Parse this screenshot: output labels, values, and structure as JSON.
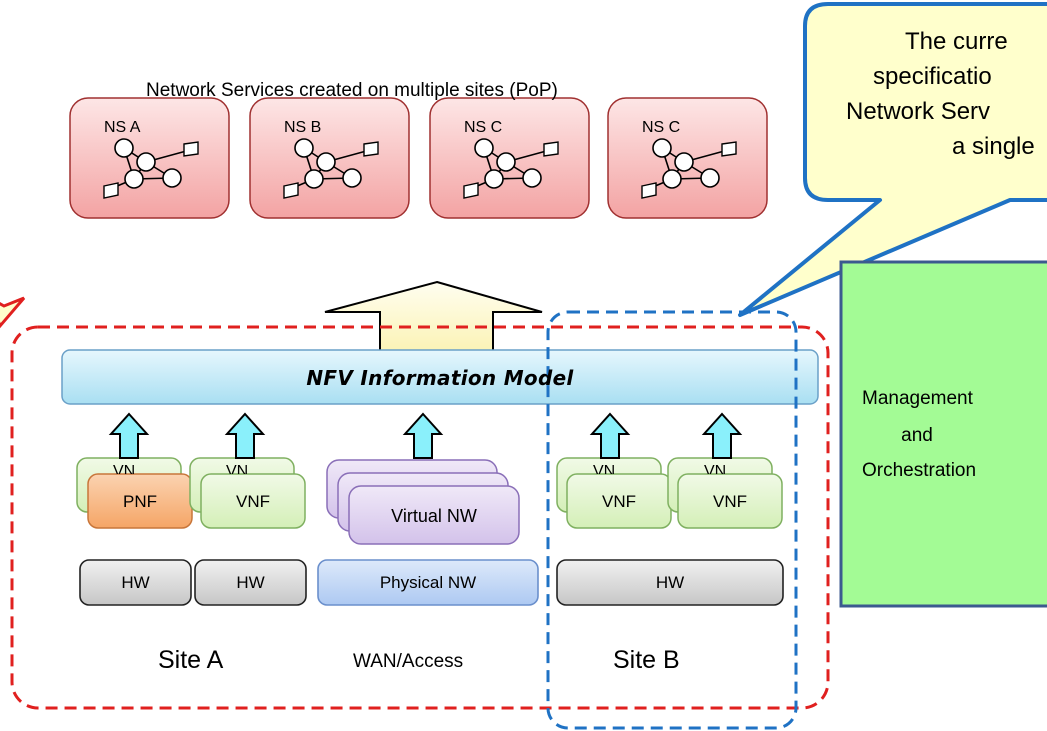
{
  "caption": "Network Services created on multiple sites (PoP)",
  "ns_boxes": [
    {
      "label": "NS A"
    },
    {
      "label": "NS B"
    },
    {
      "label": "NS C"
    },
    {
      "label": "NS C"
    }
  ],
  "info_model": "NFV Information Model",
  "callout": {
    "line1": "The curre",
    "line2": "specificatio",
    "line3": "Network Serv",
    "line4": "a single"
  },
  "mano": {
    "line1": "Management",
    "line2": "and",
    "line3": "Orchestration"
  },
  "boxes": {
    "pnf": "PNF",
    "vnf": "VNF",
    "vnf_back": "VN",
    "virtual_nw": "Virtual NW",
    "physical_nw": "Physical NW",
    "hw": "HW"
  },
  "sites": {
    "site_a": "Site A",
    "wan": "WAN/Access",
    "site_b": "Site B"
  },
  "colors": {
    "ns_fill_top": "#fde3e3",
    "ns_fill_bottom": "#f2a5a5",
    "info_model_fill": "#cfeef8",
    "mano_fill": "#a3fb95",
    "callout_fill": "#ffffcc",
    "callout_border": "#1f72c4",
    "red_dash": "#e0201f",
    "blue_dash": "#1f72c4",
    "arrow_fill": "#8af0fb",
    "vnf_fill": "#e3f5cc",
    "pnf_fill": "#f8b27a",
    "virtual_nw_fill": "#e3d7f2",
    "hw_fill": "#d9d9d9",
    "physical_nw_fill": "#c8ddf8"
  }
}
